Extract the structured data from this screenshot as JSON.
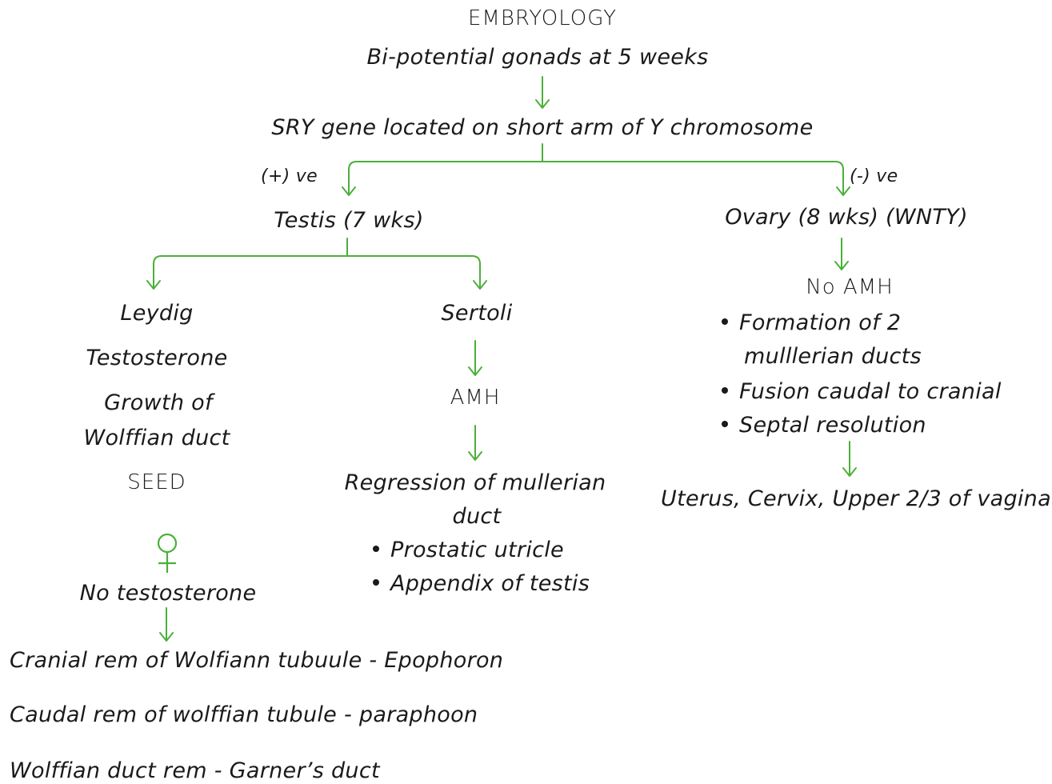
{
  "title": "EMBRYOLOGY",
  "root": "Bi-potential gonads at 5 weeks",
  "sry": "SRY gene located on short arm of Y chromosome",
  "branch_pos": "(+) ve",
  "branch_neg": "(-) ve",
  "testis": "Testis (7 wks)",
  "ovary": "Ovary (8 wks) (WNTY)",
  "leydig": {
    "label": "Leydig",
    "hormone": "Testosterone",
    "growth_line1": "Growth of",
    "growth_line2": "Wolffian duct",
    "seed": "SEED"
  },
  "female_symbol": "♀",
  "no_testosterone": "No testosterone",
  "remnants": [
    "Cranial rem of Wolfiann tubuule - Epophoron",
    "Caudal rem of wolffian tubule - paraphoon",
    "Wolffian duct rem - Garner’s duct"
  ],
  "sertoli": {
    "label": "Sertoli",
    "hormone": "AMH",
    "regression_line1": "Regression of mullerian",
    "regression_line2": "duct",
    "bullets": [
      "Prostatic utricle",
      "Appendix of testis"
    ]
  },
  "ovary_path": {
    "no_amh": "No AMH",
    "bullet1_line1": "Formation of 2",
    "bullet1_line2": "mulllerian ducts",
    "bullet2": "Fusion caudal to cranial",
    "bullet3": "Septal resolution",
    "result": "Uterus, Cervix, Upper 2/3 of vagina"
  },
  "colors": {
    "arrow": "#4caf3a",
    "text": "#1a1a1a"
  }
}
